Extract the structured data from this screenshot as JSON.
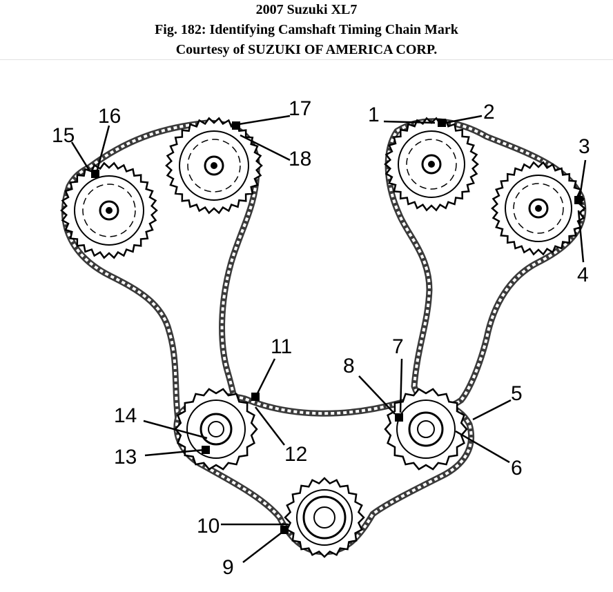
{
  "header": {
    "line1": "2007 Suzuki XL7",
    "line2": "Fig. 182: Identifying Camshaft Timing Chain Mark",
    "line3": "Courtesy of SUZUKI OF AMERICA CORP."
  },
  "callouts": [
    "1",
    "2",
    "3",
    "4",
    "5",
    "6",
    "7",
    "8",
    "9",
    "10",
    "11",
    "12",
    "13",
    "14",
    "15",
    "16",
    "17",
    "18"
  ],
  "colors": {
    "ink": "#000000",
    "background": "#ffffff",
    "chain": "#3a3a3a"
  }
}
